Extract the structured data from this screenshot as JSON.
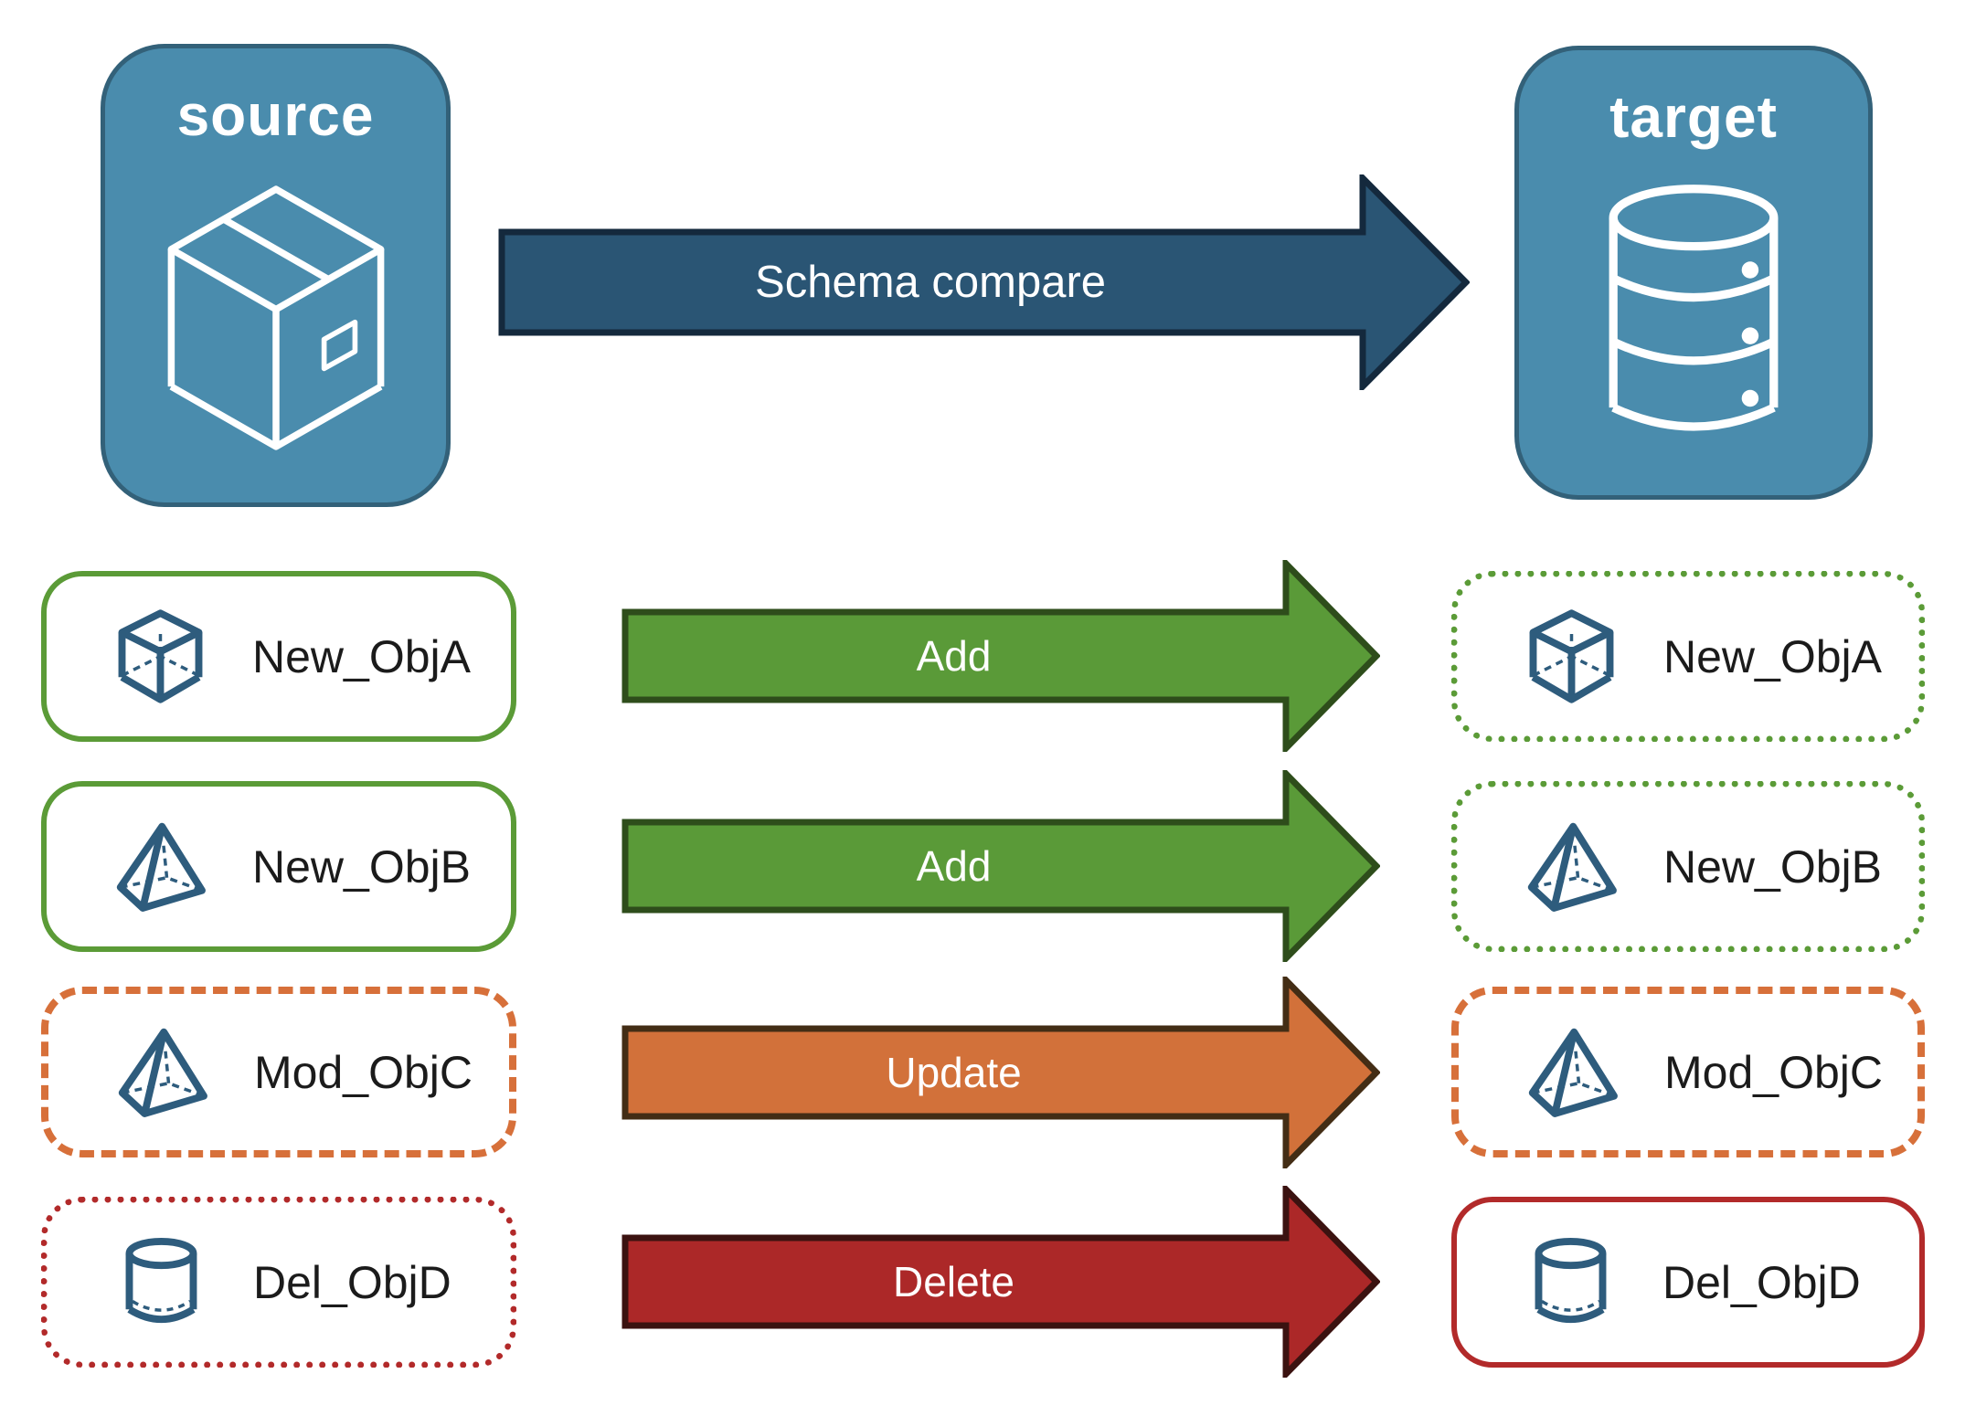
{
  "nodes": {
    "source": {
      "label": "source",
      "icon": "package-icon"
    },
    "target": {
      "label": "target",
      "icon": "database-icon"
    }
  },
  "schema_compare_arrow": {
    "label": "Schema compare",
    "fill": "#2A5574"
  },
  "rows": [
    {
      "object": "New_ObjA",
      "icon": "cube-icon",
      "action": "Add",
      "action_color": "#5A9A38",
      "source_box_border": "solid green",
      "target_box_border": "dotted green"
    },
    {
      "object": "New_ObjB",
      "icon": "pyramid-icon",
      "action": "Add",
      "action_color": "#5A9A38",
      "source_box_border": "solid green",
      "target_box_border": "dotted green"
    },
    {
      "object": "Mod_ObjC",
      "icon": "pyramid-icon",
      "action": "Update",
      "action_color": "#D2713A",
      "source_box_border": "dashed orange",
      "target_box_border": "dashed orange"
    },
    {
      "object": "Del_ObjD",
      "icon": "cylinder-icon",
      "action": "Delete",
      "action_color": "#AC2828",
      "source_box_border": "dotted red",
      "target_box_border": "solid red"
    }
  ],
  "colors": {
    "node_fill": "#4A8CAD",
    "node_border": "#336179",
    "schema_arrow_fill": "#2A5574",
    "add_green": "#5A9A38",
    "update_orange": "#D2713A",
    "delete_red": "#AC2828",
    "green_border": "#5B9B37",
    "orange_border": "#D7703A",
    "red_border": "#B22A2A",
    "icon_blue": "#2E5C7D",
    "label_text": "#1B1B1B"
  }
}
